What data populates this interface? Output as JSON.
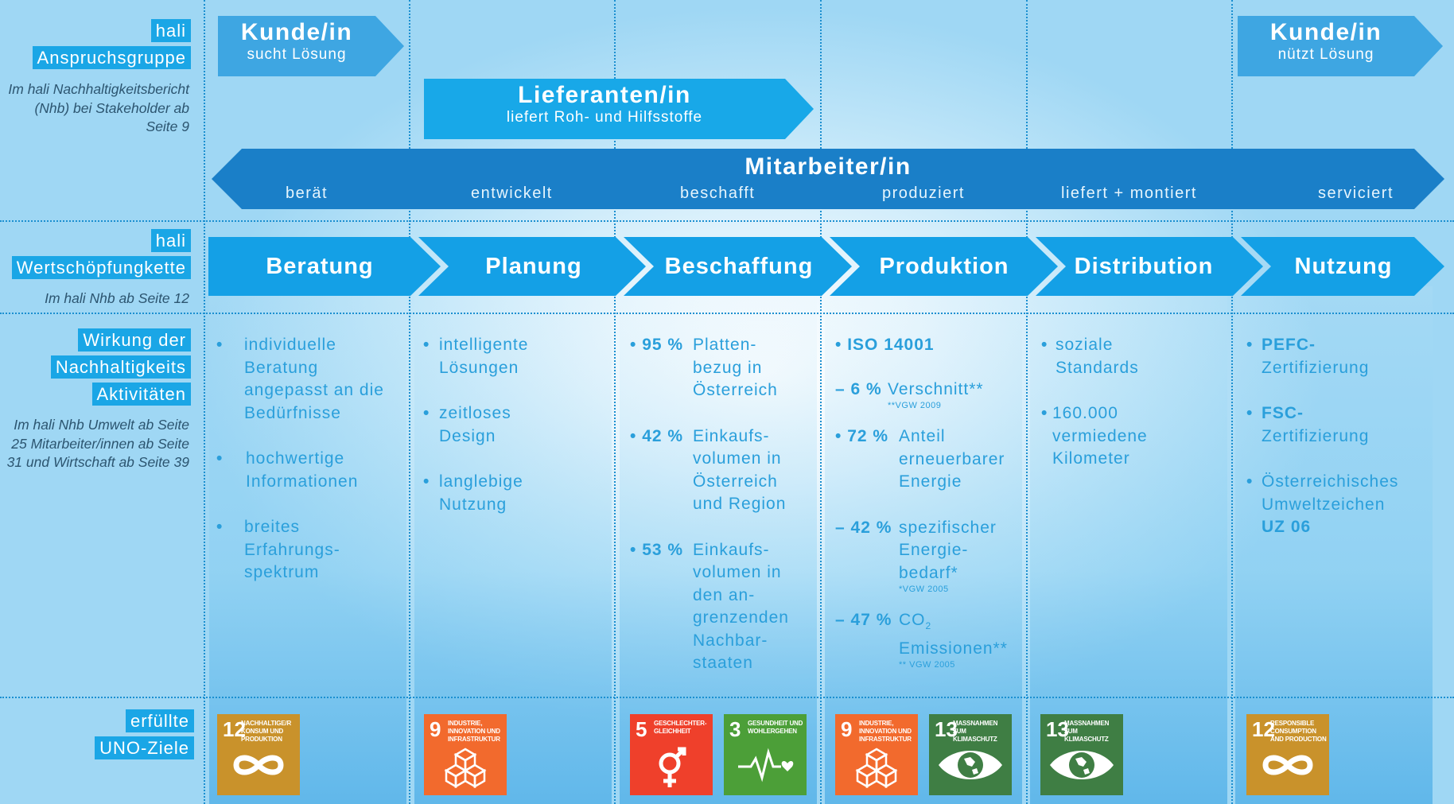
{
  "rows": {
    "stakeholder": {
      "tag1": "hali",
      "tag2": "Anspruchsgruppe",
      "note": "Im hali Nachhaltigkeitsbericht (Nhb) bei Stakeholder ab Seite 9"
    },
    "value_chain": {
      "tag1": "hali",
      "tag2": "Wertschöpfungkette",
      "note": "Im hali Nhb ab Seite 12"
    },
    "impact": {
      "tag1": "Wirkung der",
      "tag2": "Nachhaltigkeits",
      "tag3": "Aktivitäten",
      "note": "Im hali Nhb Umwelt ab Seite 25 Mitarbeiter/innen ab Seite 31 und Wirtschaft ab Seite 39"
    },
    "sdg": {
      "tag1": "erfüllte",
      "tag2": "UNO-Ziele"
    }
  },
  "stakeholders": {
    "customer_left": {
      "title": "Kunde/in",
      "subtitle": "sucht Lösung"
    },
    "supplier": {
      "title": "Lieferanten/in",
      "subtitle": "liefert Roh- und Hilfsstoffe"
    },
    "customer_right": {
      "title": "Kunde/in",
      "subtitle": "nützt Lösung"
    },
    "employee": {
      "title": "Mitarbeiter/in",
      "verbs": [
        "berät",
        "entwickelt",
        "beschafft",
        "produziert",
        "liefert + montiert",
        "serviciert"
      ]
    }
  },
  "stages": [
    "Beratung",
    "Planung",
    "Beschaffung",
    "Produktion",
    "Distribution",
    "Nutzung"
  ],
  "impacts": {
    "beratung": [
      "individuelle Beratung angepasst an die Bedürfnisse",
      "hochwertige Informationen",
      "breites Erfahrungs-spektrum"
    ],
    "planung": [
      "intelligente Lösungen",
      "zeitloses Design",
      "langlebige Nutzung"
    ],
    "beschaffung": [
      {
        "value": "95 %",
        "text": "Platten-bezug in Österreich"
      },
      {
        "value": "42 %",
        "text": "Einkaufs-volumen in Österreich und Region"
      },
      {
        "value": "53 %",
        "text": "Einkaufs-volumen in den an-grenzenden Nachbar-staaten"
      }
    ],
    "produktion": {
      "iso": "ISO 14001",
      "items": [
        {
          "value": "– 6 %",
          "text": "Verschnitt**",
          "note": "**VGW 2009"
        },
        {
          "value": "72 %",
          "text": "Anteil erneuerbarer Energie",
          "note": ""
        },
        {
          "value": "– 42 %",
          "text": "spezifischer Energie-bedarf*",
          "note": "*VGW 2005"
        },
        {
          "value": "– 47 %",
          "text_a": "CO",
          "text_sub": "2",
          "text_b": "Emissionen**",
          "note": "** VGW 2005"
        }
      ]
    },
    "distribution": [
      "soziale Standards",
      "160.000 vermiedene Kilometer"
    ],
    "nutzung": [
      {
        "bold": "PEFC-",
        "text": "Zertifizierung"
      },
      {
        "bold": "FSC-",
        "text": "Zertifizierung"
      },
      {
        "bold": "UZ 06",
        "text": "Österreichisches Umweltzeichen"
      }
    ]
  },
  "sdgs": [
    {
      "number": "12",
      "label": "NACHHALTIGE/R KONSUM UND PRODUKTION",
      "color": "#c9922b",
      "icon": "infinity-icon"
    },
    {
      "number": "9",
      "label": "INDUSTRIE, INNOVATION UND INFRASTRUKTUR",
      "color": "#f26a2d",
      "icon": "cubes-icon"
    },
    {
      "number": "5",
      "label": "GESCHLECHTER-GLEICHHEIT",
      "color": "#ef402b",
      "icon": "gender-icon"
    },
    {
      "number": "3",
      "label": "GESUNDHEIT UND WOHLERGEHEN",
      "color": "#4c9f38",
      "icon": "heartbeat-icon"
    },
    {
      "number": "9",
      "label": "INDUSTRIE, INNOVATION UND INFRASTRUKTUR",
      "color": "#f26a2d",
      "icon": "cubes-icon"
    },
    {
      "number": "13",
      "label": "MASSNAHMEN ZUM KLIMASCHUTZ",
      "color": "#3f7e44",
      "icon": "eye-globe-icon"
    },
    {
      "number": "13",
      "label": "MASSNAHMEN ZUM KLIMASCHUTZ",
      "color": "#3f7e44",
      "icon": "eye-globe-icon"
    },
    {
      "number": "12",
      "label": "RESPONSIBLE CONSUMPTION AND PRODUCTION",
      "color": "#c9922b",
      "icon": "infinity-icon"
    }
  ],
  "colors": {
    "accent": "#1aa6e6",
    "dark_blue": "#1a7fc8",
    "chevron": "#14a0e6",
    "text_blue": "#2a9fdb"
  }
}
